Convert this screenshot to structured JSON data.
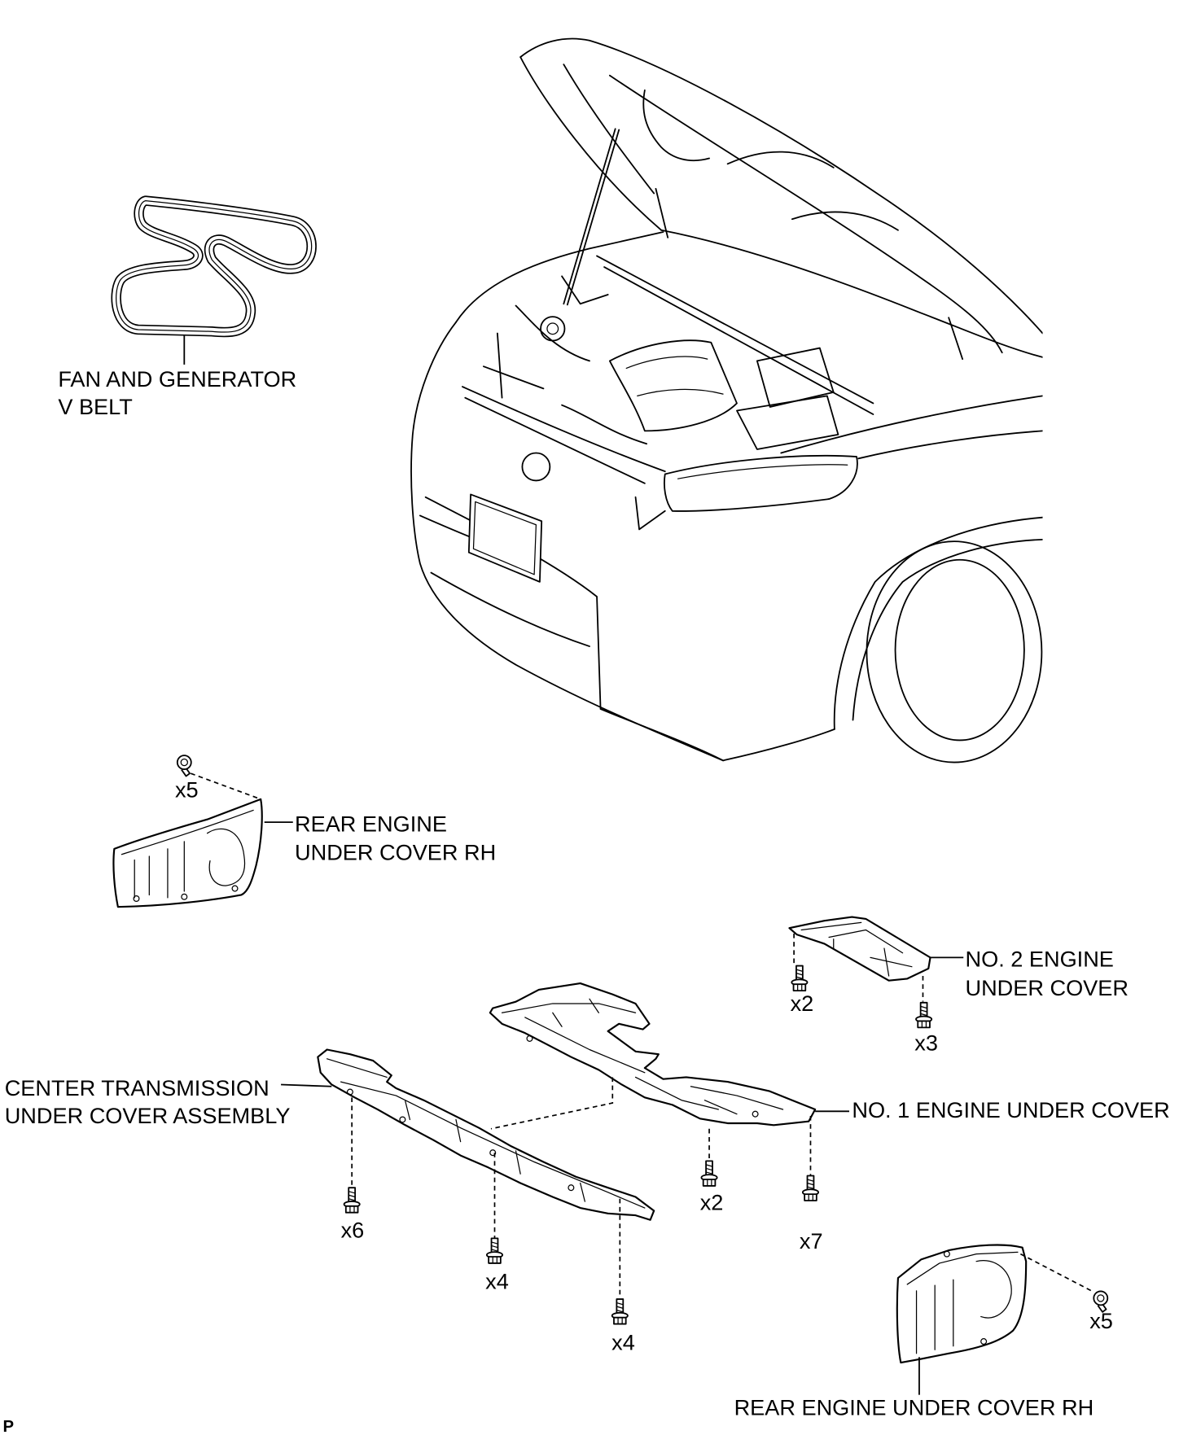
{
  "figure_code": "P",
  "parts": {
    "v_belt": {
      "label_lines": [
        "FAN AND GENERATOR",
        "V BELT"
      ]
    },
    "rear_engine_under_cover_rh_upper": {
      "label_lines": [
        "REAR ENGINE",
        "UNDER COVER RH"
      ],
      "fasteners": [
        {
          "qty": "x5",
          "icon": "clip-icon"
        }
      ]
    },
    "no2_engine_under_cover": {
      "label_lines": [
        "NO. 2 ENGINE",
        "UNDER COVER"
      ],
      "fasteners": [
        {
          "qty": "x2",
          "icon": "bolt-icon"
        },
        {
          "qty": "x3",
          "icon": "bolt-icon"
        }
      ]
    },
    "no1_engine_under_cover": {
      "label": "NO. 1 ENGINE UNDER COVER",
      "fasteners": [
        {
          "qty": "x2",
          "icon": "bolt-icon"
        },
        {
          "qty": "x7",
          "icon": "bolt-icon"
        }
      ]
    },
    "center_transmission_under_cover_assembly": {
      "label_lines": [
        "CENTER TRANSMISSION",
        "UNDER COVER ASSEMBLY"
      ],
      "fasteners": [
        {
          "qty": "x6",
          "icon": "bolt-icon"
        },
        {
          "qty": "x4",
          "icon": "bolt-icon"
        },
        {
          "qty": "x4",
          "icon": "bolt-icon"
        }
      ]
    },
    "rear_engine_under_cover_rh_lower": {
      "label": "REAR ENGINE UNDER COVER RH",
      "fasteners": [
        {
          "qty": "x5",
          "icon": "clip-icon"
        }
      ]
    }
  }
}
